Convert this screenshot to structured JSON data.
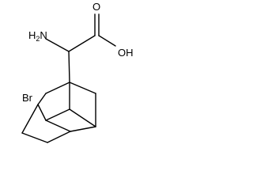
{
  "molecule": {
    "labels": {
      "amine": "H2N",
      "hydroxyl": "OH",
      "carbonyl_oxygen": "O",
      "halogen": "Br"
    }
  },
  "colors": {
    "bond": "#000000",
    "label": "#000000",
    "background": "#ffffff"
  }
}
